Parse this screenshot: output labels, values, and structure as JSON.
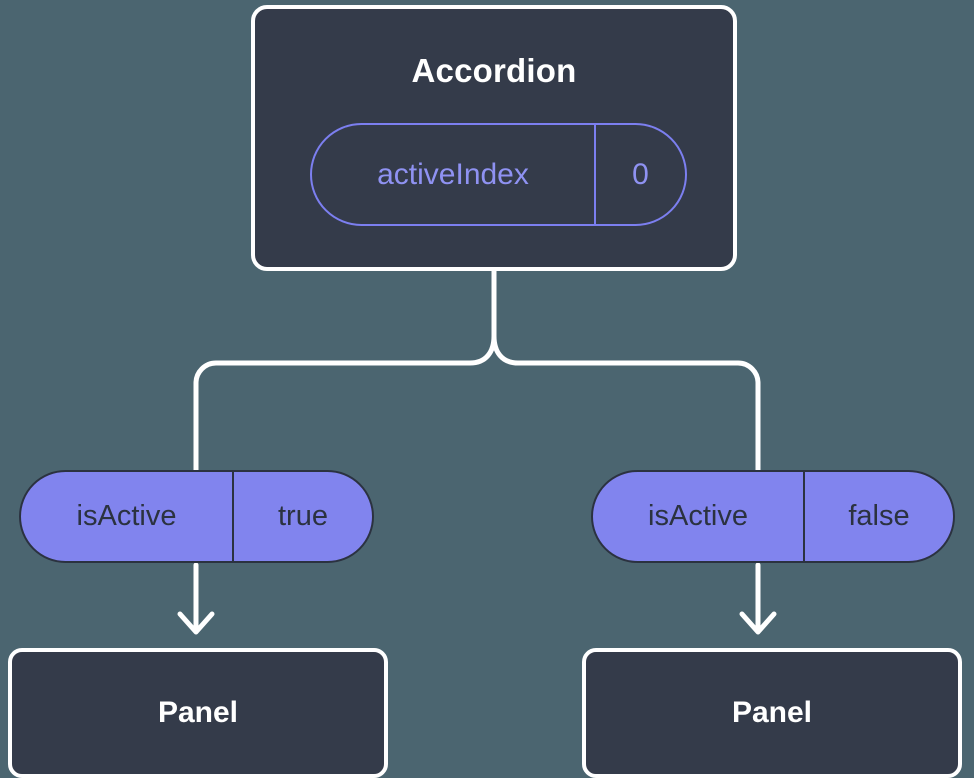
{
  "diagram": {
    "type": "component-tree",
    "background_color": "#4b6570",
    "root": {
      "title": "Accordion",
      "card_fill": "#343b4a",
      "card_border": "#ffffff",
      "state": {
        "key": "activeIndex",
        "value": "0",
        "stroke_color": "#7c7ff0",
        "text_color": "#8f92f2"
      }
    },
    "children": [
      {
        "prop": {
          "key": "isActive",
          "value": "true"
        },
        "panel_label": "Panel"
      },
      {
        "prop": {
          "key": "isActive",
          "value": "false"
        },
        "panel_label": "Panel"
      }
    ],
    "prop_pill": {
      "fill_color": "#8184ee",
      "border_color": "#2b3240",
      "text_color": "#2b3240"
    },
    "connector_color": "#ffffff"
  }
}
